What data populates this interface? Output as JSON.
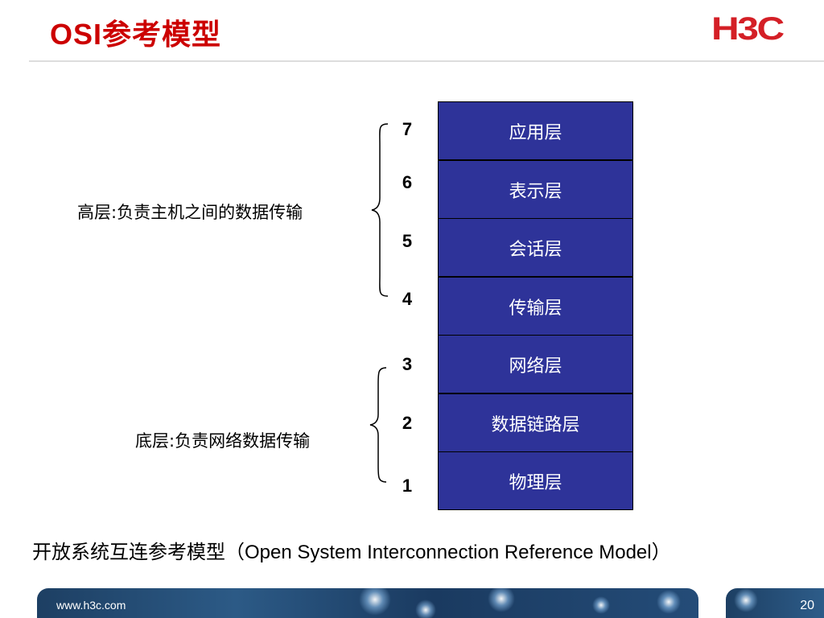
{
  "header": {
    "title": "OSI参考模型",
    "logo_text": "H3C"
  },
  "layers": [
    {
      "number": "7",
      "name": "应用层"
    },
    {
      "number": "6",
      "name": "表示层"
    },
    {
      "number": "5",
      "name": "会话层"
    },
    {
      "number": "4",
      "name": "传输层"
    },
    {
      "number": "3",
      "name": "网络层"
    },
    {
      "number": "2",
      "name": "数据链路层"
    },
    {
      "number": "1",
      "name": "物理层"
    }
  ],
  "groups": {
    "upper": "高层:负责主机之间的数据传输",
    "lower": "底层:负责网络数据传输"
  },
  "caption": {
    "cn": "开放系统互连参考模型（",
    "en": "Open System Interconnection Reference Model",
    "close": "）"
  },
  "footer": {
    "url": "www.h3c.com",
    "page": "20"
  },
  "colors": {
    "title": "#cc0000",
    "layer_fill": "#2e3399",
    "logo": "#d41f26"
  }
}
